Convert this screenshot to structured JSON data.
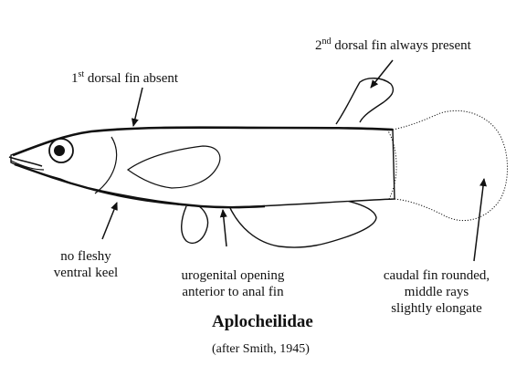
{
  "labels": {
    "dorsal1_num": "1",
    "dorsal1_sup": "st",
    "dorsal1_text": " dorsal fin absent",
    "dorsal2_num": "2",
    "dorsal2_sup": "nd",
    "dorsal2_text": " dorsal fin always present",
    "keel_line1": "no fleshy",
    "keel_line2": "ventral keel",
    "urogenital_line1": "urogenital opening",
    "urogenital_line2": "anterior to anal fin",
    "caudal_line1": "caudal fin rounded,",
    "caudal_line2": "middle rays",
    "caudal_line3": "slightly elongate"
  },
  "family_name": "Aplocheilidae",
  "credit": "(after Smith, 1945)"
}
